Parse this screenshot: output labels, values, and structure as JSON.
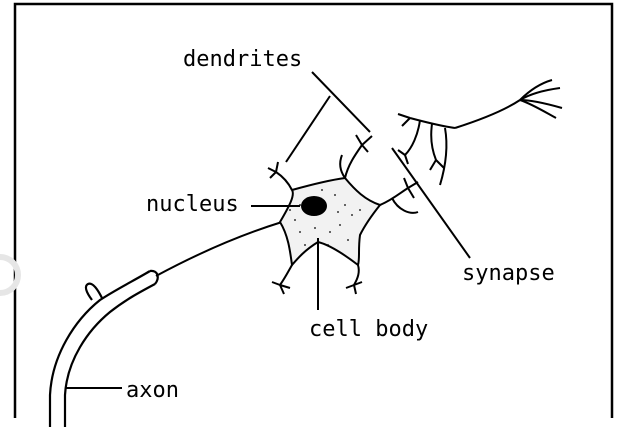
{
  "labels": {
    "dendrites": "dendrites",
    "nucleus": "nucleus",
    "synapse": "synapse",
    "cell_body": "cell body",
    "axon": "axon"
  },
  "colors": {
    "ink": "#000000",
    "frame": "#000000",
    "background": "#ffffff",
    "watermark": "#e6e6e6"
  }
}
